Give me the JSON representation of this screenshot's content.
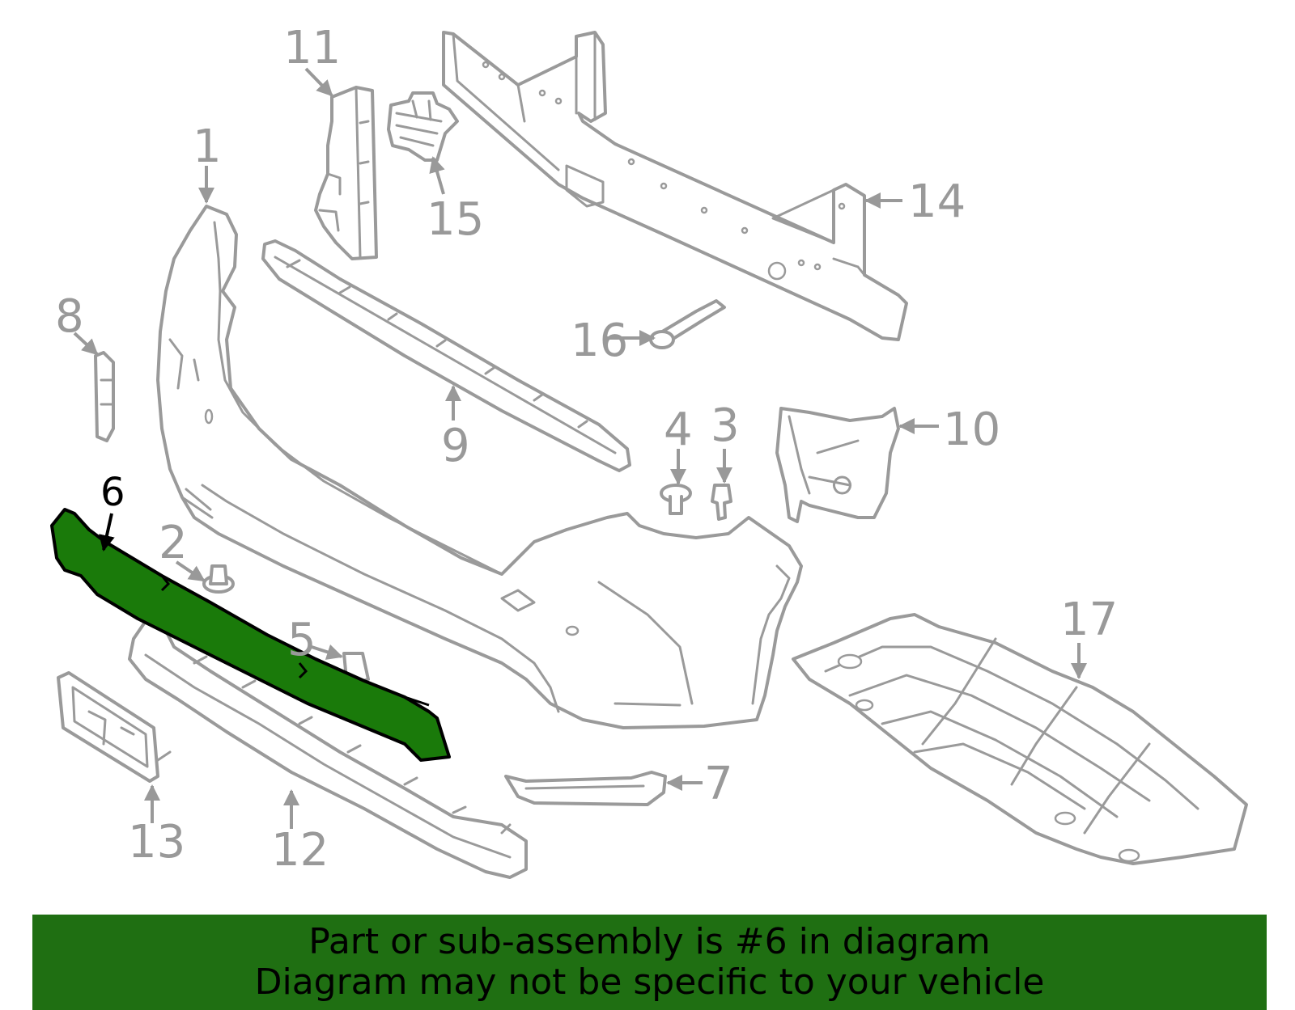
{
  "callouts": {
    "c1": "1",
    "c2": "2",
    "c3": "3",
    "c4": "4",
    "c5": "5",
    "c6": "6",
    "c7": "7",
    "c8": "8",
    "c9": "9",
    "c10": "10",
    "c11": "11",
    "c12": "12",
    "c13": "13",
    "c14": "14",
    "c15": "15",
    "c16": "16",
    "c17": "17"
  },
  "highlight": {
    "part": "6",
    "fill_color": "#1a7a0a",
    "line_color": "#999999"
  },
  "banner": {
    "line1": "Part or sub-assembly is #6 in diagram",
    "line2": "Diagram may not be specific to your vehicle",
    "background_color": "#1f6f12"
  }
}
